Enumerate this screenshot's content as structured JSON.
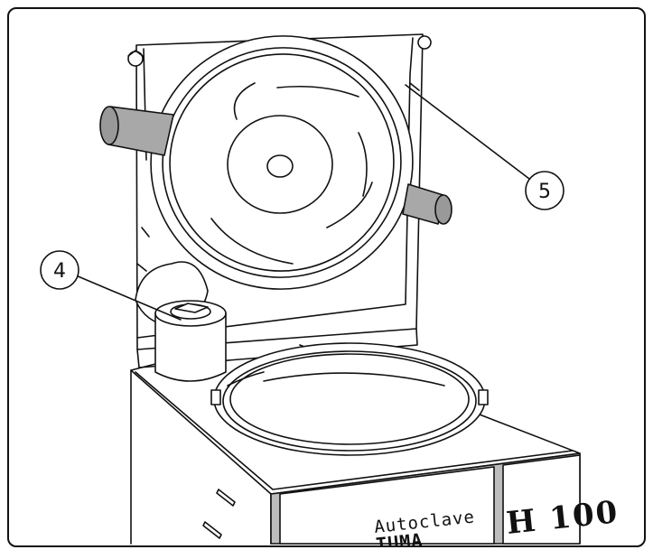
{
  "callouts": [
    {
      "number": "4"
    },
    {
      "number": "5"
    }
  ],
  "front_panel": {
    "label": "Autoclave",
    "model": "H 100",
    "brand_partial": "TUMA"
  },
  "colors": {
    "ink": "#111111",
    "handle_gray": "#a8a8a8",
    "panel_gray": "#bdbdbd",
    "background": "#ffffff"
  }
}
